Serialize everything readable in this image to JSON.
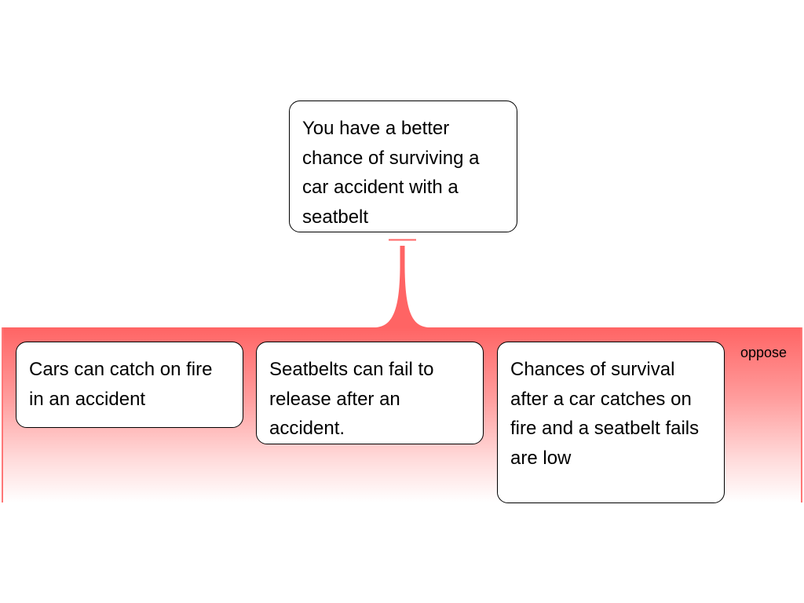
{
  "diagram": {
    "claim": "You have a better chance of surviving a car accident with a seatbelt",
    "objection_label": "oppose",
    "premises": [
      "Cars can catch on fire in an accident",
      "Seatbelts can fail to release after an accident.",
      "Chances of survival after a car catches on fire and a seatbelt fails are low"
    ],
    "colors": {
      "oppose": "#ff6464"
    }
  }
}
